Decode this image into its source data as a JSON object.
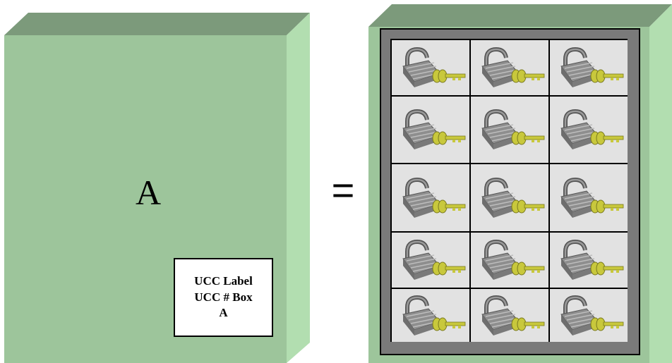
{
  "box_a": {
    "letter": "A",
    "label_lines": [
      "UCC Label",
      "UCC # Box",
      "A"
    ]
  },
  "equals_sign": "=",
  "locker": {
    "rows": 5,
    "columns": 3,
    "cell_icon": "padlock-with-key-icon"
  },
  "colors": {
    "box_front": "#9dc59b",
    "box_top": "#7c9a7b",
    "box_side": "#b2deb0",
    "locker_frame": "#7a7a7a",
    "cell_bg": "#e2e2e2",
    "key": "#c8c83c"
  }
}
